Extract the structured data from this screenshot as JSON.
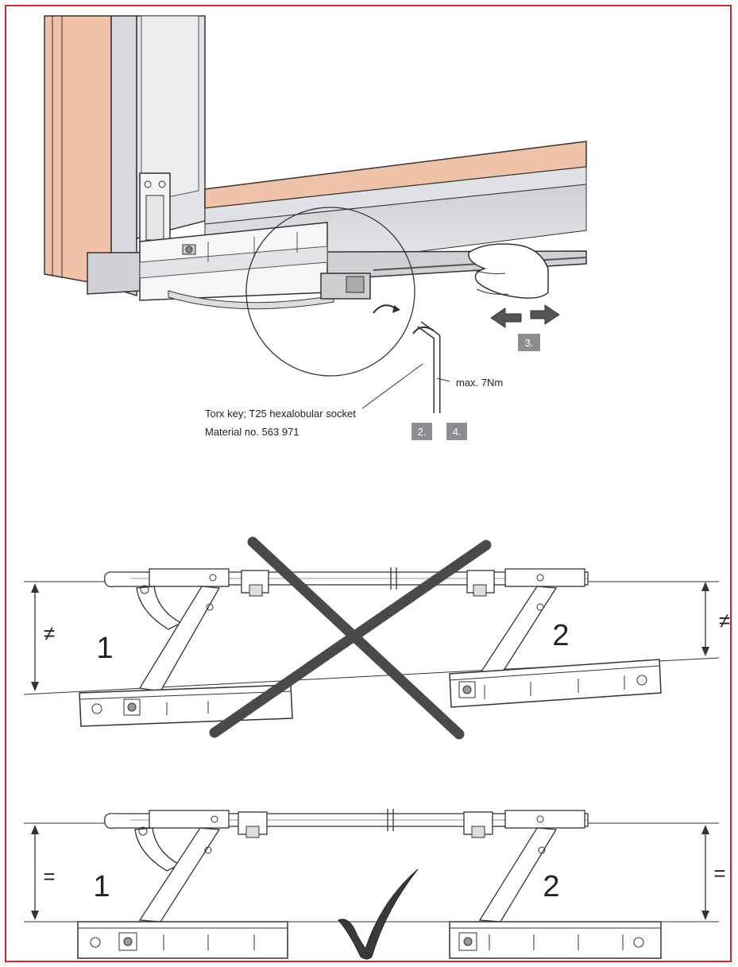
{
  "top_figure": {
    "tool_caption_line1": "Torx key; T25 hexalobular socket",
    "tool_caption_line2": "Material no. 563 971",
    "torque_label": "max. 7Nm",
    "step_badges": [
      "3.",
      "2.",
      "4."
    ]
  },
  "wrong_figure": {
    "hinge_left_number": "1",
    "hinge_right_number": "2",
    "left_distance_symbol": "≠",
    "right_distance_symbol": "≠"
  },
  "correct_figure": {
    "hinge_left_number": "1",
    "hinge_right_number": "2",
    "left_distance_symbol": "=",
    "right_distance_symbol": "="
  },
  "colors": {
    "frame_border": "#cc2a2a",
    "wood_salmon": "#f0c2a8",
    "profile_grey": "#d5d6da",
    "badge_grey": "#8b8d93",
    "cross_dark": "#4a4a4a"
  }
}
